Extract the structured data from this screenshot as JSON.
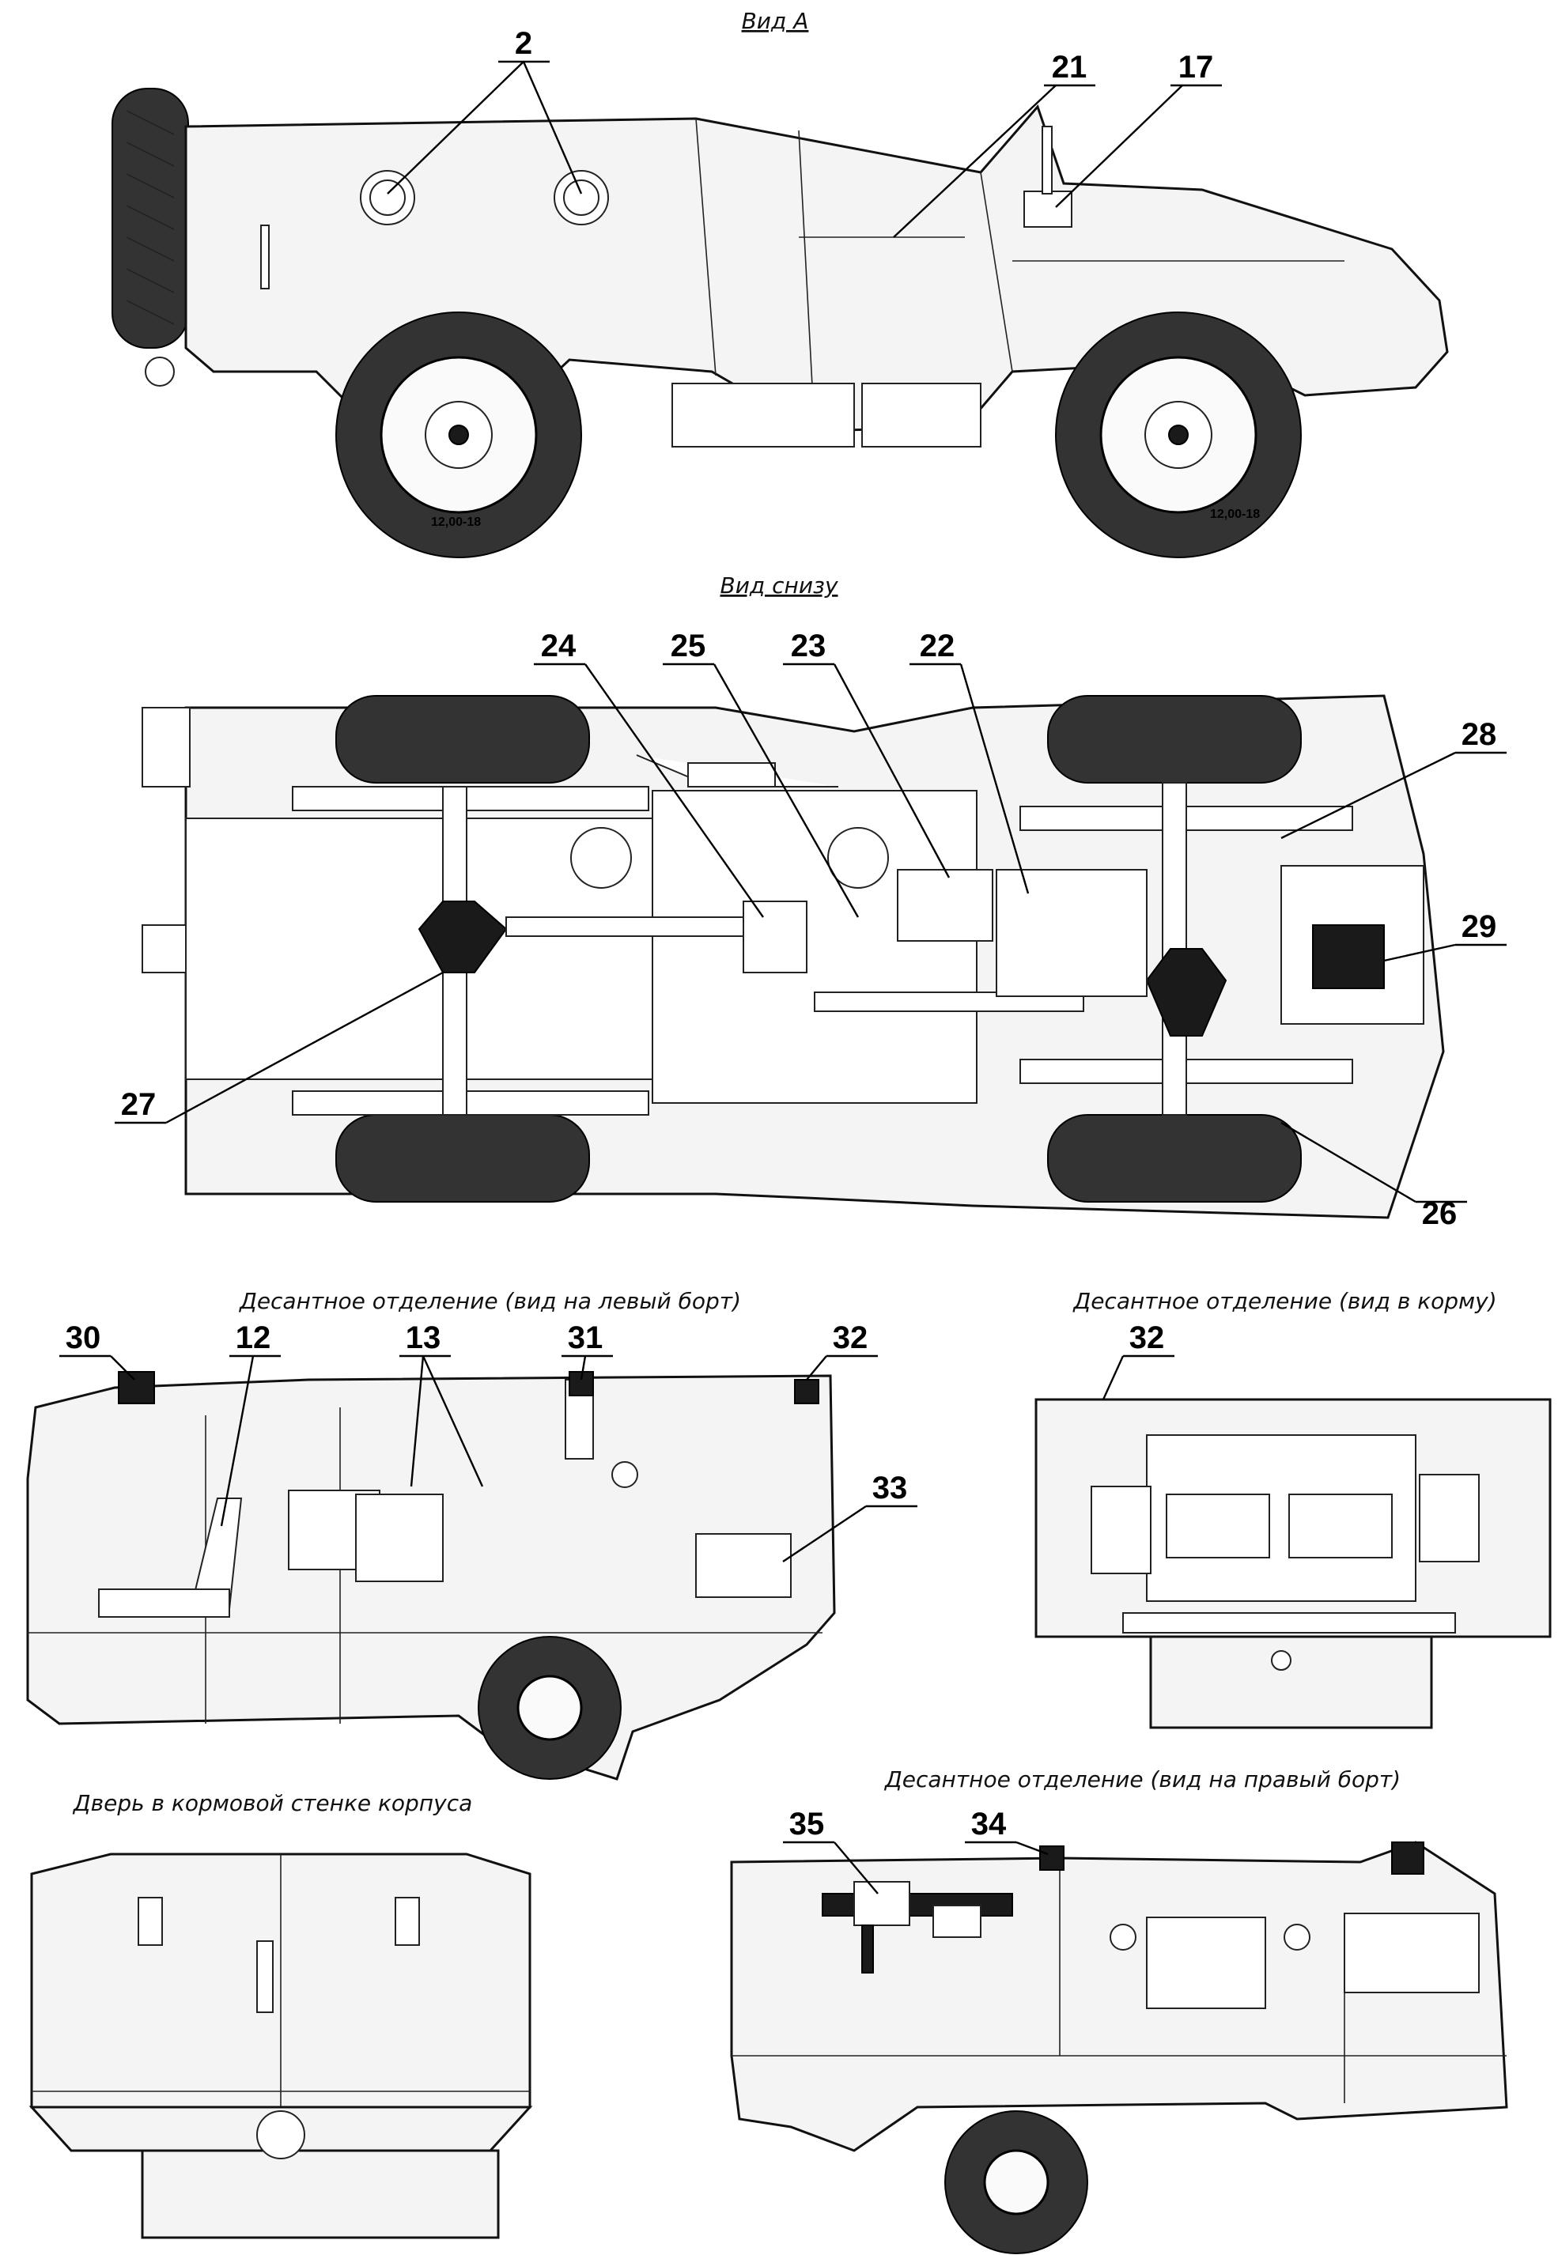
{
  "captions": {
    "view_a": "Вид А",
    "view_bottom": "Вид снизу",
    "troop_left": "Десантное отделение (вид на левый борт)",
    "troop_stern": "Десантное отделение (вид в корму)",
    "stern_door": "Дверь в кормовой стенке корпуса",
    "troop_right": "Десантное отделение (вид на правый борт)"
  },
  "callouts": {
    "c2": "2",
    "c21": "21",
    "c17": "17",
    "c24": "24",
    "c25": "25",
    "c23": "23",
    "c22": "22",
    "c28": "28",
    "c29": "29",
    "c27": "27",
    "c26": "26",
    "c30": "30",
    "c12": "12",
    "c13": "13",
    "c31": "31",
    "c32a": "32",
    "c33": "33",
    "c32b": "32",
    "c35": "35",
    "c34": "34"
  },
  "tire_marks": {
    "rear": "12,00-18",
    "front": "12,00-18"
  }
}
